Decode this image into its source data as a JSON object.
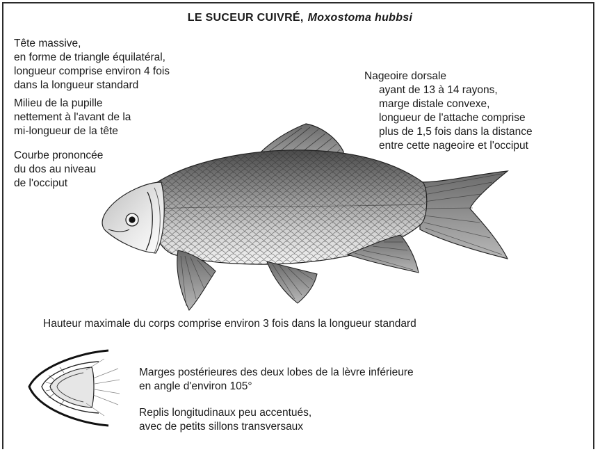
{
  "title": {
    "common_name": "LE SUCEUR CUIVRÉ,",
    "scientific_name": "Moxostoma hubbsi"
  },
  "annotations": {
    "head": [
      "Tête massive,",
      "en forme de triangle équilatéral,",
      "longueur comprise environ 4 fois",
      "dans la longueur standard"
    ],
    "pupil": [
      "Milieu de la pupille",
      "nettement à l'avant de la",
      "mi-longueur de la tête"
    ],
    "back": [
      "Courbe prononcée",
      "du dos au niveau",
      "de l'occiput"
    ],
    "dorsal_fin": [
      "Nageoire dorsale",
      "ayant de 13 à 14 rayons,",
      "marge distale convexe,",
      "longueur de l'attache comprise",
      "plus de 1,5 fois dans la distance",
      "entre cette nageoire et l'occiput"
    ],
    "body_height": "Hauteur maximale du corps comprise environ 3 fois dans la longueur standard",
    "lip_margins": [
      "Marges postérieures des deux lobes de la lèvre inférieure",
      "en angle d'environ 105°"
    ],
    "lip_folds": [
      "Replis longitudinaux peu accentués,",
      "avec de petits sillons transversaux"
    ]
  }
}
